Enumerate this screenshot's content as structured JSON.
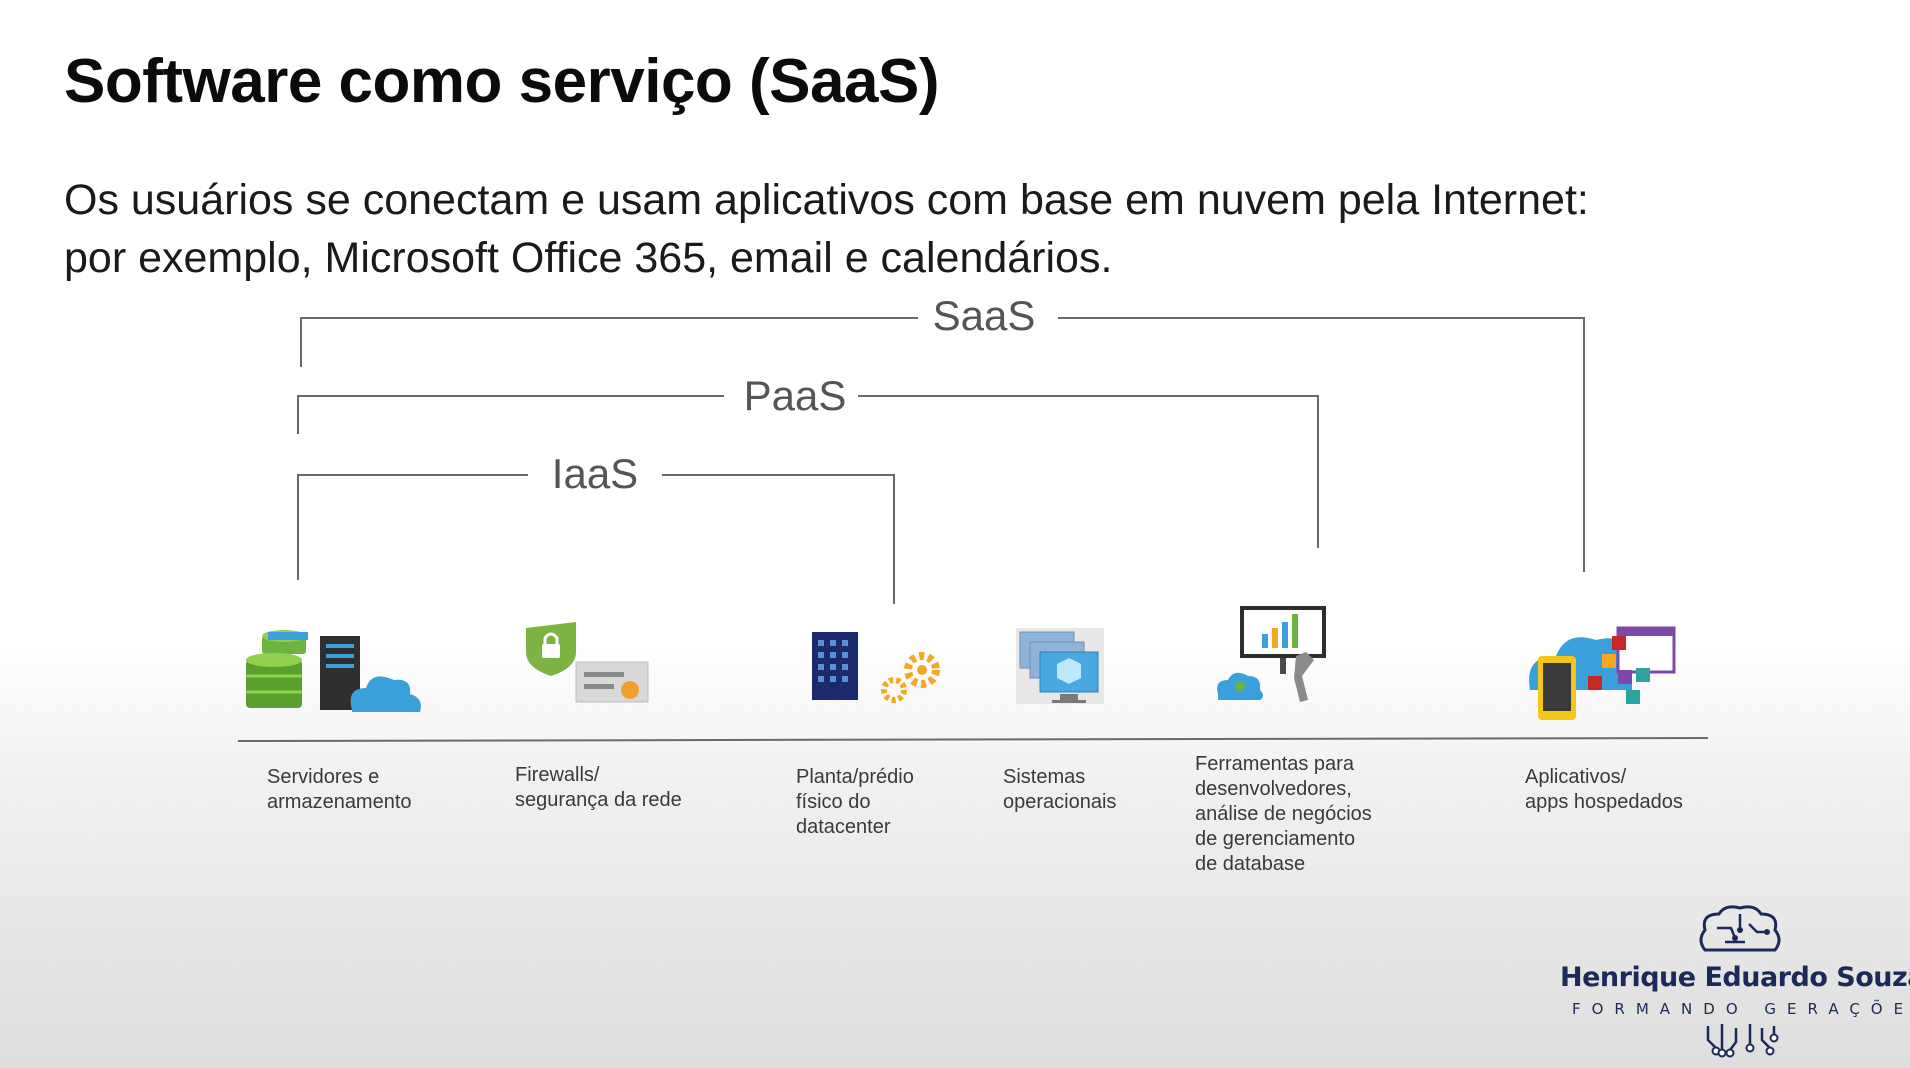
{
  "slide": {
    "title": "Software como serviço (SaaS)",
    "subtitle_line1": "Os usuários se conectam e usam aplicativos com base em nuvem pela Internet:",
    "subtitle_line2": "por exemplo, Microsoft Office 365, email e calendários."
  },
  "diagram": {
    "brackets": [
      {
        "label": "SaaS",
        "spans_columns": [
          "servidores",
          "firewalls",
          "datacenter",
          "sistemas",
          "ferramentas",
          "aplicativos"
        ]
      },
      {
        "label": "PaaS",
        "spans_columns": [
          "servidores",
          "firewalls",
          "datacenter",
          "sistemas",
          "ferramentas"
        ]
      },
      {
        "label": "IaaS",
        "spans_columns": [
          "servidores",
          "firewalls",
          "datacenter"
        ]
      }
    ],
    "columns": [
      {
        "id": "servidores",
        "icon": "servers-storage-icon",
        "label": "Servidores e\narmazenamento"
      },
      {
        "id": "firewalls",
        "icon": "firewall-shield-icon",
        "label": "Firewalls/\nsegurança da rede"
      },
      {
        "id": "datacenter",
        "icon": "datacenter-building-icon",
        "label": "Planta/prédio\nfísico do\ndatacenter"
      },
      {
        "id": "sistemas",
        "icon": "operating-system-monitor-icon",
        "label": "Sistemas\noperacionais"
      },
      {
        "id": "ferramentas",
        "icon": "developer-tools-icon",
        "label": "Ferramentas para\ndesenvolvedores,\nanálise de negócios\nde gerenciamento\nde database"
      },
      {
        "id": "aplicativos",
        "icon": "hosted-apps-icon",
        "label": "Aplicativos/\napps hospedados"
      }
    ],
    "colors": {
      "lines": "#5a5a5a",
      "azure_blue": "#3aa0dc",
      "green": "#6db33f",
      "dark_navy": "#1b2a4a"
    }
  },
  "logo": {
    "brand": "Henrique Eduardo Souza",
    "tagline": "FORMANDO GERAÇÕES",
    "icons": [
      "brain-circuit-icon",
      "circuit-traces-icon"
    ]
  }
}
